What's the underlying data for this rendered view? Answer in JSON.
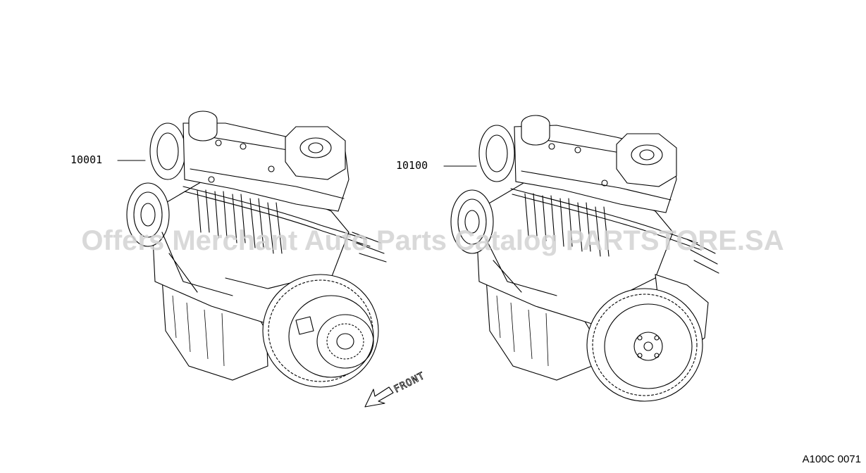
{
  "parts": [
    {
      "number": "10001",
      "description_icon": "engine-assembly-with-clutch-icon"
    },
    {
      "number": "10100",
      "description_icon": "engine-assembly-with-flywheel-icon"
    }
  ],
  "front_indicator": {
    "label": "FRONT",
    "icon": "front-direction-arrow-icon"
  },
  "watermark": "Offers Merchant Auto Parts Catalog PARTSTORE.SA",
  "diagram_code": "A100C 0071",
  "colors": {
    "line": "#000000",
    "background": "#ffffff",
    "watermark": "#d2d2d2"
  }
}
